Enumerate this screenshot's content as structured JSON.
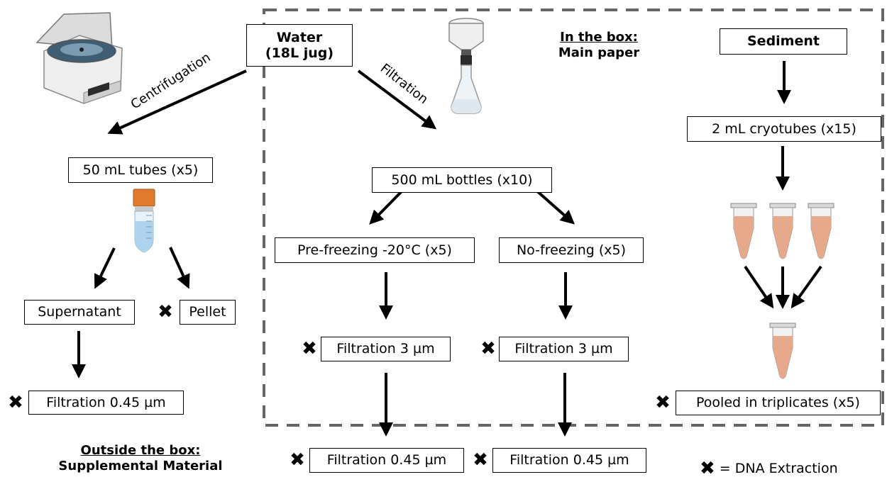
{
  "nodes": {
    "water": {
      "line1": "Water",
      "line2": "(18L jug)"
    },
    "sediment": "Sediment",
    "tubes50": "50 mL tubes (x5)",
    "bottles500": "500 mL bottles (x10)",
    "cryotubes": "2 mL cryotubes (x15)",
    "prefreezing": "Pre-freezing -20°C (x5)",
    "nofreezing": "No-freezing (x5)",
    "supernatant": "Supernatant",
    "pellet": "Pellet",
    "filt3_left": "Filtration 3 µm",
    "filt3_right": "Filtration 3 µm",
    "filt045_sup": "Filtration 0.45 µm",
    "filt045_pre": "Filtration 0.45 µm",
    "filt045_no": "Filtration 0.45 µm",
    "pooled": "Pooled in triplicates (x5)"
  },
  "edge_labels": {
    "centrifugation": "Centrifugation",
    "filtration": "Filtration"
  },
  "notes": {
    "in_box_title": "In the box:",
    "in_box_sub": "Main paper",
    "outside_title": "Outside the box:",
    "outside_sub": "Supplemental Material"
  },
  "legend": {
    "symbol": "✖",
    "text": "= DNA Extraction"
  },
  "marker_symbol": "✖",
  "icons": [
    "centrifuge-icon",
    "filter-flask-icon",
    "falcon-tube-icon",
    "microtube-icon"
  ],
  "colors": {
    "line": "#000000",
    "dashed_box": "#666666",
    "tube_cap": "#e07b2e",
    "tube_liquid": "#aed3ef",
    "sediment_liquid": "#e7a98b"
  }
}
